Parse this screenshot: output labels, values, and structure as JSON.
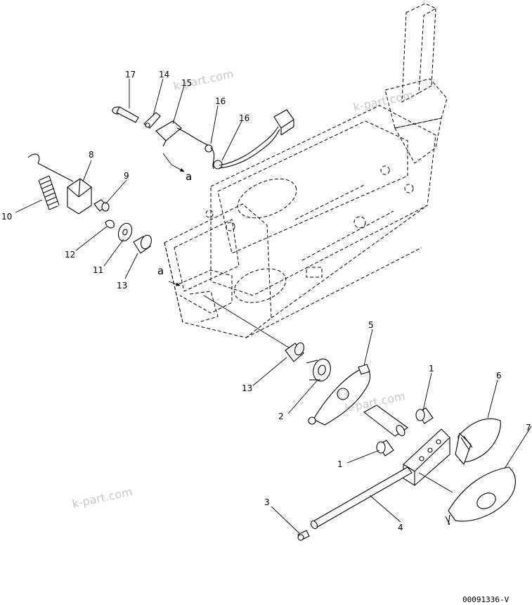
{
  "callouts": {
    "c1a": "1",
    "c1b": "1",
    "c2": "2",
    "c3": "3",
    "c4": "4",
    "c5": "5",
    "c6": "6",
    "c7": "7",
    "c8": "8",
    "c9": "9",
    "c10": "10",
    "c11": "11",
    "c12": "12",
    "c13a": "13",
    "c13b": "13",
    "c14": "14",
    "c15": "15",
    "c16a": "16",
    "c16b": "16",
    "c17": "17"
  },
  "refs": {
    "a_top": "a",
    "a_left": "a"
  },
  "watermarks": [
    "k-part.com",
    "k-part.com",
    "k-part.com",
    "k-part.com"
  ],
  "part_number": "00091336-V"
}
